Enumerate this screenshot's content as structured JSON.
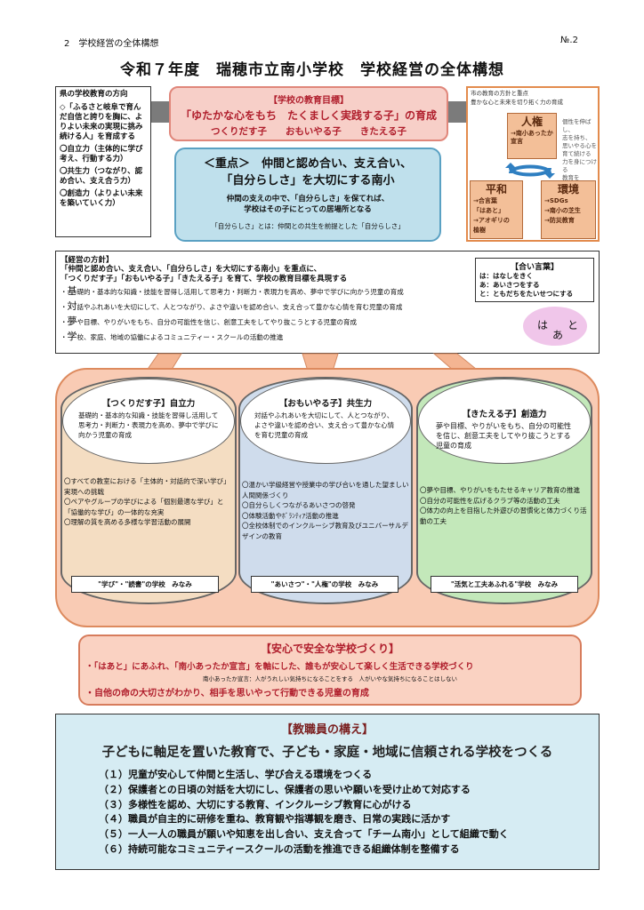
{
  "header": {
    "section": "2　学校経営の全体構想",
    "page_no": "№.2",
    "title": "令和７年度　瑞穂市立南小学校　学校経営の全体構想"
  },
  "prefecture": {
    "heading": "県の学校教育の方向",
    "lines": [
      "◇「ふるさと岐阜で育んだ自信と誇りを胸に、よりよい未来の実現に挑み続ける人」を育成する",
      "〇自立力（主体的に学び考え、行動する力）",
      "〇共生力（つながり、認め合い、支え合う力）",
      "〇創造力（よりよい未来を築いていく力）"
    ]
  },
  "school_goal": {
    "label": "【学校の教育目標】",
    "goal": "「ゆたかな心をもち　たくましく実践する子」の育成",
    "sub": "つくりだす子　　おもいやる子　　きたえる子"
  },
  "focus": {
    "line1": "＜重点＞　仲間と認め合い、支え合い、",
    "line2": "「自分らしさ」を大切にする南小",
    "line3": "仲間の支えの中で、「自分らしさ」を保てれば、",
    "line4": "学校はその子にとっての居場所となる",
    "note": "「自分らしさ」とは：仲間との共生を前提とした「自分らしさ」"
  },
  "city_policy": {
    "title_a": "市の教育の方針と重点",
    "title_b": "豊かな心と未来を切り拓く力の育成",
    "jinken": {
      "title": "人権",
      "items": [
        "→南小あったか宣言"
      ]
    },
    "side_text": [
      "個性を伸ばし、",
      "志を持ち、",
      "思いやる心を",
      "育て続ける",
      "力を身につける",
      "教育を"
    ],
    "heiwa": {
      "title": "平和",
      "items": [
        "→合言葉",
        "「はあと」",
        "→アオギリの",
        "植樹"
      ]
    },
    "kankyo": {
      "title": "環境",
      "items": [
        "→SDGs",
        "→南小の芝生",
        "→防災教育"
      ]
    }
  },
  "management": {
    "heading": "【経営の方針】",
    "line1": "「仲間と認め合い、支え合い、「自分らしさ」を大切にする南小」を重点に、",
    "line2": "「つくりだす子」「おもいやる子」「きたえる子」を育て、学校の教育目標を具現する",
    "bullets": [
      {
        "big": "基",
        "rest": "礎的・基本的な知識・技能を習得し活用して思考力・判断力・表現力を高め、夢中で学びに向かう児童の育成"
      },
      {
        "big": "対",
        "rest": "話やふれあいを大切にして、人とつながり、よさや違いを認め合い、支え合って豊かな心情を育む児童の育成"
      },
      {
        "big": "夢",
        "rest": "や目標、やりがいをもち、自分の可能性を信じ、創意工夫をしてやり抜こうとする児童の育成"
      },
      {
        "big": "学",
        "rest": "校、家庭、地域の協働によるコミュニティー・スクールの活動の推進"
      }
    ]
  },
  "aikotoba": {
    "heading": "【合い言葉】",
    "lines": [
      "は：はなしをきく",
      "あ：あいさつをする",
      "と：ともだちをたいせつにする"
    ],
    "h": "は",
    "a": "あ",
    "t": "と"
  },
  "pillars": [
    {
      "title": "【つくりだす子】自立力",
      "desc": "基礎的・基本的な知識・技能を習得し活用して思考力・判断力・表現力を高め、夢中で学びに向かう児童の育成",
      "items": [
        "〇すべての教室における「主体的・対話的で深い学び」実現への挑戦",
        "〇ペアやグループの学びによる「個別最適な学び」と「協働的な学び」の一体的な充実",
        "〇理解の質を高める多様な学習活動の展開"
      ],
      "motto": "\"学び\"・\"読書\"の学校　みなみ"
    },
    {
      "title": "【おもいやる子】共生力",
      "desc": "対話やふれあいを大切にして、人とつながり、よさや違いを認め合い、支え合って豊かな心情を育む児童の育成",
      "items": [
        "〇温かい学級経営や授業中の学び合いを通した望ましい人間関係づくり",
        "〇自分らしくつながるあいさつの啓発",
        "〇体験活動やﾎﾞﾗﾝﾃｨｱ活動の推進",
        "〇全校体制でのインクルーシブ教育及びユニバーサルデザインの教育"
      ],
      "motto": "\"あいさつ\"・\"人権\"の学校　みなみ"
    },
    {
      "title": "【きたえる子】創造力",
      "desc": "夢や目標、やりがいをもち、自分の可能性を信じ、創意工夫をしてやり抜こうとする児童の育成",
      "items": [
        "〇夢や目標、やりがいをもたせるキャリア教育の推進",
        "〇自分の可能性を広げるクラブ等の活動の工夫",
        "〇体力の向上を目指した外遊びの習慣化と体力づくり活動の工夫"
      ],
      "motto": "\"活気と工夫あふれる\"学校　みなみ"
    }
  ],
  "safety": {
    "heading": "【安心で安全な学校づくり】",
    "line1": "・「はあと」にあふれ、「南小あったか宣言」を軸にした、誰もが安心して楽しく生活できる学校づくり",
    "sub": "南小あったか宣言：人がうれしい気持ちになることをする　人がいやな気持ちになることはしない",
    "line2": "・自他の命の大切さがわかり、相手を思いやって行動できる児童の育成"
  },
  "staff": {
    "heading": "【教職員の構え】",
    "main": "子どもに軸足を置いた教育で、子ども・家庭・地域に信頼される学校をつくる",
    "items": [
      "（１）児童が安心して仲間と生活し、学び合える環境をつくる",
      "（２）保護者との日頃の対話を大切にし、保護者の思いや願いを受け止めて対応する",
      "（３）多様性を認め、大切にする教育、インクルーシブ教育に心がける",
      "（４）職員が自主的に研修を重ね、教育観や指導観を磨き、日常の実践に活かす",
      "（５）一人一人の職員が願いや知恵を出し合い、支え合って「チーム南小」として組織で動く",
      "（６）持続可能なコミュニティースクールの活動を推進できる組織体制を整備する"
    ]
  },
  "colors": {
    "goal_fill": "#f7cfc8",
    "focus_fill": "#bfe0ec",
    "stage_fill": "#f9cbb4",
    "pillar1_fill": "#f4ddc2",
    "pillar2_fill": "#cfdcec",
    "pillar3_fill": "#c3e8ba",
    "staff_fill": "#d6ecf3",
    "accent_red": "#b01e2c"
  }
}
